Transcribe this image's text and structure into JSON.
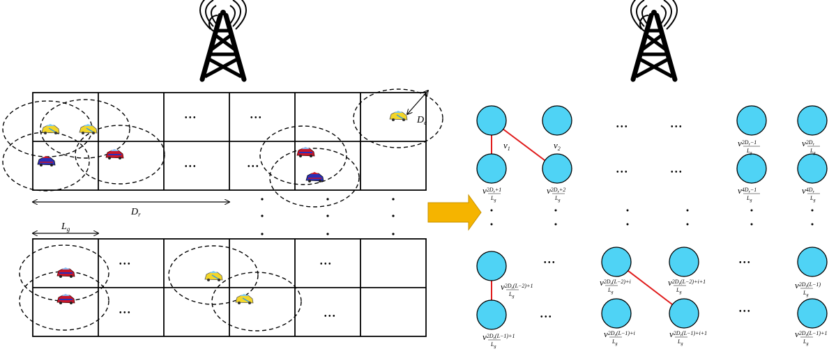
{
  "labels": {
    "dc": "D",
    "dc_sub": "c",
    "dr": "D",
    "dr_sub": "r",
    "lg": "L",
    "lg_sub": "g",
    "ellipsis": "• • •",
    "vdots": "•"
  },
  "nodes": {
    "v1": "v",
    "v1_sub": "1",
    "v2": "v",
    "v2_sub": "2",
    "n_2dr_m1": {
      "base": "v",
      "sub": "2D",
      "sub2": "r",
      "tail": "−1",
      "den": "L",
      "den_sub": "g"
    },
    "n_2dr": {
      "base": "v",
      "sub": "2D",
      "sub2": "r",
      "den": "L",
      "den_sub": "g"
    },
    "n_2dr_p1": {
      "base": "v",
      "sub": "2D",
      "sub2": "r",
      "tail": "+1",
      "den": "L",
      "den_sub": "g"
    },
    "n_2dr_p2": {
      "base": "v",
      "sub": "2D",
      "sub2": "r",
      "tail": "+2",
      "den": "L",
      "den_sub": "g"
    },
    "n_4dr_m1": {
      "base": "v",
      "sub": "4D",
      "sub2": "r",
      "tail": "−1",
      "den": "L",
      "den_sub": "g"
    },
    "n_4dr": {
      "base": "v",
      "sub": "4D",
      "sub2": "r",
      "den": "L",
      "den_sub": "g"
    },
    "n_l2_1": {
      "base": "v",
      "sub": "2D",
      "sub2": "r",
      "tail": "(L−2)+1",
      "den": "L",
      "den_sub": "g"
    },
    "n_l1_1": {
      "base": "v",
      "sub": "2D",
      "sub2": "r",
      "tail": "(L−1)+1",
      "den": "L",
      "den_sub": "g"
    },
    "n_l2_i": {
      "base": "v",
      "sub": "2D",
      "sub2": "r",
      "tail": "(L−2)+i",
      "den": "L",
      "den_sub": "g"
    },
    "n_l2_i1": {
      "base": "v",
      "sub": "2D",
      "sub2": "r",
      "tail": "(L−2)+i+1",
      "den": "L",
      "den_sub": "g"
    },
    "n_l1_i": {
      "base": "v",
      "sub": "2D",
      "sub2": "r",
      "tail": "(L−1)+i",
      "den": "L",
      "den_sub": "g"
    },
    "n_l1_i1": {
      "base": "v",
      "sub": "2D",
      "sub2": "r",
      "tail": "(L−1)+i+1",
      "den": "L",
      "den_sub": "g"
    },
    "n_l_last": {
      "base": "v",
      "sub": "2D",
      "sub2": "r",
      "tail": "(L−1)",
      "den": "L",
      "den_sub": "g"
    },
    "n_l1_last": {
      "base": "v",
      "sub": "2D",
      "sub2": "r",
      "tail": "(L−1)+1",
      "den": "L",
      "den_sub": "g"
    }
  },
  "colors": {
    "node_fill": "#4fd3f5",
    "edge": "#e01b1b",
    "arrow": "#f5b400",
    "tower": "#000000",
    "car_yellow": "#f3d629",
    "car_red": "#c8162a",
    "car_blue": "#2a2fb8"
  }
}
